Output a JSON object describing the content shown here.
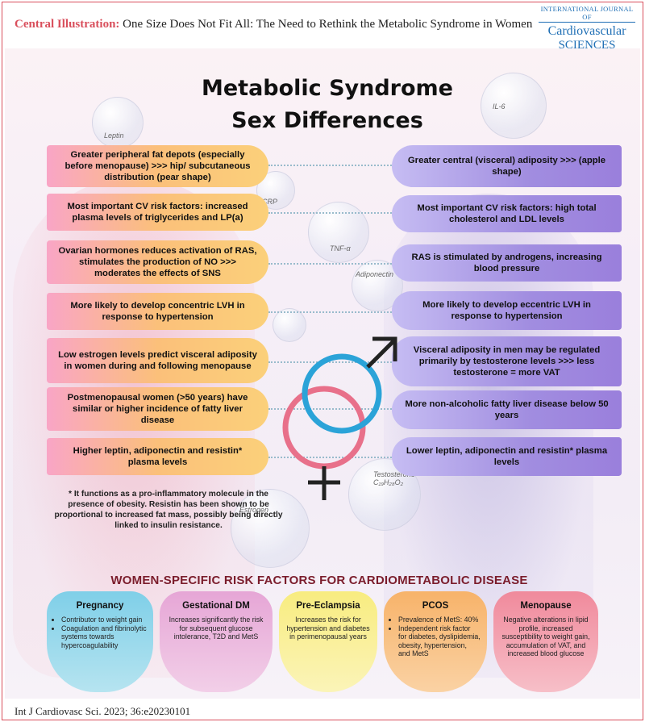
{
  "header": {
    "label": "Central Illustration:",
    "title": "One Size Does Not Fit All: The Need to Rethink the Metabolic Syndrome in Women"
  },
  "journal": {
    "line1": "INTERNATIONAL JOURNAL OF",
    "line2": "Cardiovascular",
    "line3": "SCIENCES"
  },
  "main_title": {
    "line1": "Metabolic Syndrome",
    "line2": "Sex Differences"
  },
  "molecules": {
    "leptin": "Leptin",
    "il6": "IL-6",
    "crp": "CRP",
    "tnf": "TNF-α",
    "adiponectin": "Adiponectin",
    "estrogen": "Estrogen",
    "testosterone": "Testosterone C₁₉H₂₈O₂"
  },
  "women": [
    "Greater peripheral fat depots (especially before menopause) >>> hip/ subcutaneous distribution (pear shape)",
    "Most important CV risk factors: increased plasma levels of triglycerides and LP(a)",
    "Ovarian hormones reduces activation of RAS, stimulates the production of NO >>> moderates the effects of SNS",
    "More likely to develop concentric LVH in response to hypertension",
    "Low estrogen levels predict visceral adiposity in women during and following menopause",
    "Postmenopausal women (>50 years) have similar or higher incidence of fatty liver disease",
    "Higher leptin, adiponectin and resistin* plasma levels"
  ],
  "men": [
    "Greater central (visceral) adiposity >>> (apple shape)",
    "Most important CV risk factors: high total cholesterol and LDL levels",
    "RAS is stimulated by androgens, increasing blood pressure",
    "More likely to develop eccentric LVH in response to hypertension",
    "Visceral adiposity in men may be regulated primarily by testosterone levels >>> less testosterone = more VAT",
    "More non-alcoholic fatty liver disease below 50 years",
    "Lower leptin, adiponectin and resistin* plasma levels"
  ],
  "footnote": "* It functions as a pro-inflammatory molecule in the presence of obesity. Resistin has been shown to be proportional to increased fat mass, possibly being directly linked to insulin resistance.",
  "risk_title": "WOMEN-SPECIFIC RISK FACTORS FOR CARDIOMETABOLIC DISEASE",
  "risk_factors": {
    "pregnancy": {
      "title": "Pregnancy",
      "items": [
        "Contributor to weight gain",
        "Coagulation and fibrinolytic systems towards hypercoagulability"
      ]
    },
    "gestational": {
      "title": "Gestational  DM",
      "text": "Increases significantly the risk for subsequent glucose intolerance, T2D and MetS"
    },
    "eclampsia": {
      "title": "Pre-Eclampsia",
      "text": "Increases the risk for hypertension and diabetes in perimenopausal years"
    },
    "pcos": {
      "title": "PCOS",
      "items": [
        "Prevalence of MetS: 40%",
        "Independent risk factor for diabetes, dyslipidemia, obesity, hypertension, and MetS"
      ]
    },
    "menopause": {
      "title": "Menopause",
      "text": "Negative alterations in lipid profile, increased susceptibility to weight gain, accumulation of VAT, and increased blood glucose"
    }
  },
  "colors": {
    "brand_red": "#d94f5c",
    "journal_blue": "#1f6fb5",
    "female_symbol": "#e8708a",
    "male_symbol": "#2ba3d8",
    "risk_title": "#7b1d2c"
  },
  "footer": "Int J Cardiovasc Sci. 2023; 36:e20230101"
}
